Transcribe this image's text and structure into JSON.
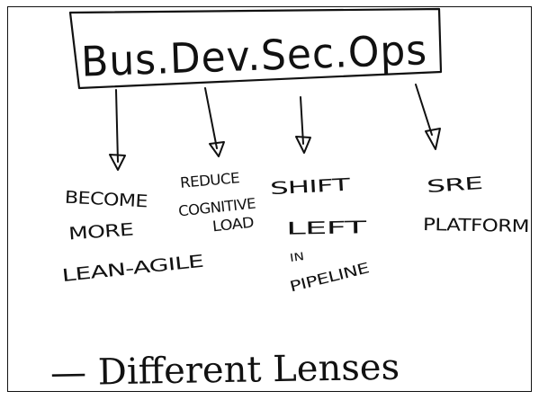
{
  "title": "Bus.Dev.Sec.Ops",
  "branches": [
    {
      "lines": [
        "BECOME",
        "MORE",
        "LEAN-AGILE"
      ]
    },
    {
      "lines": [
        "REDUCE",
        "COGNITIVE",
        "LOAD"
      ]
    },
    {
      "lines": [
        "SHIFT",
        "LEFT",
        "IN",
        "PIPELINE"
      ]
    },
    {
      "lines": [
        "SRE",
        "PLATFORM"
      ]
    }
  ],
  "footer": "— Different Lenses"
}
